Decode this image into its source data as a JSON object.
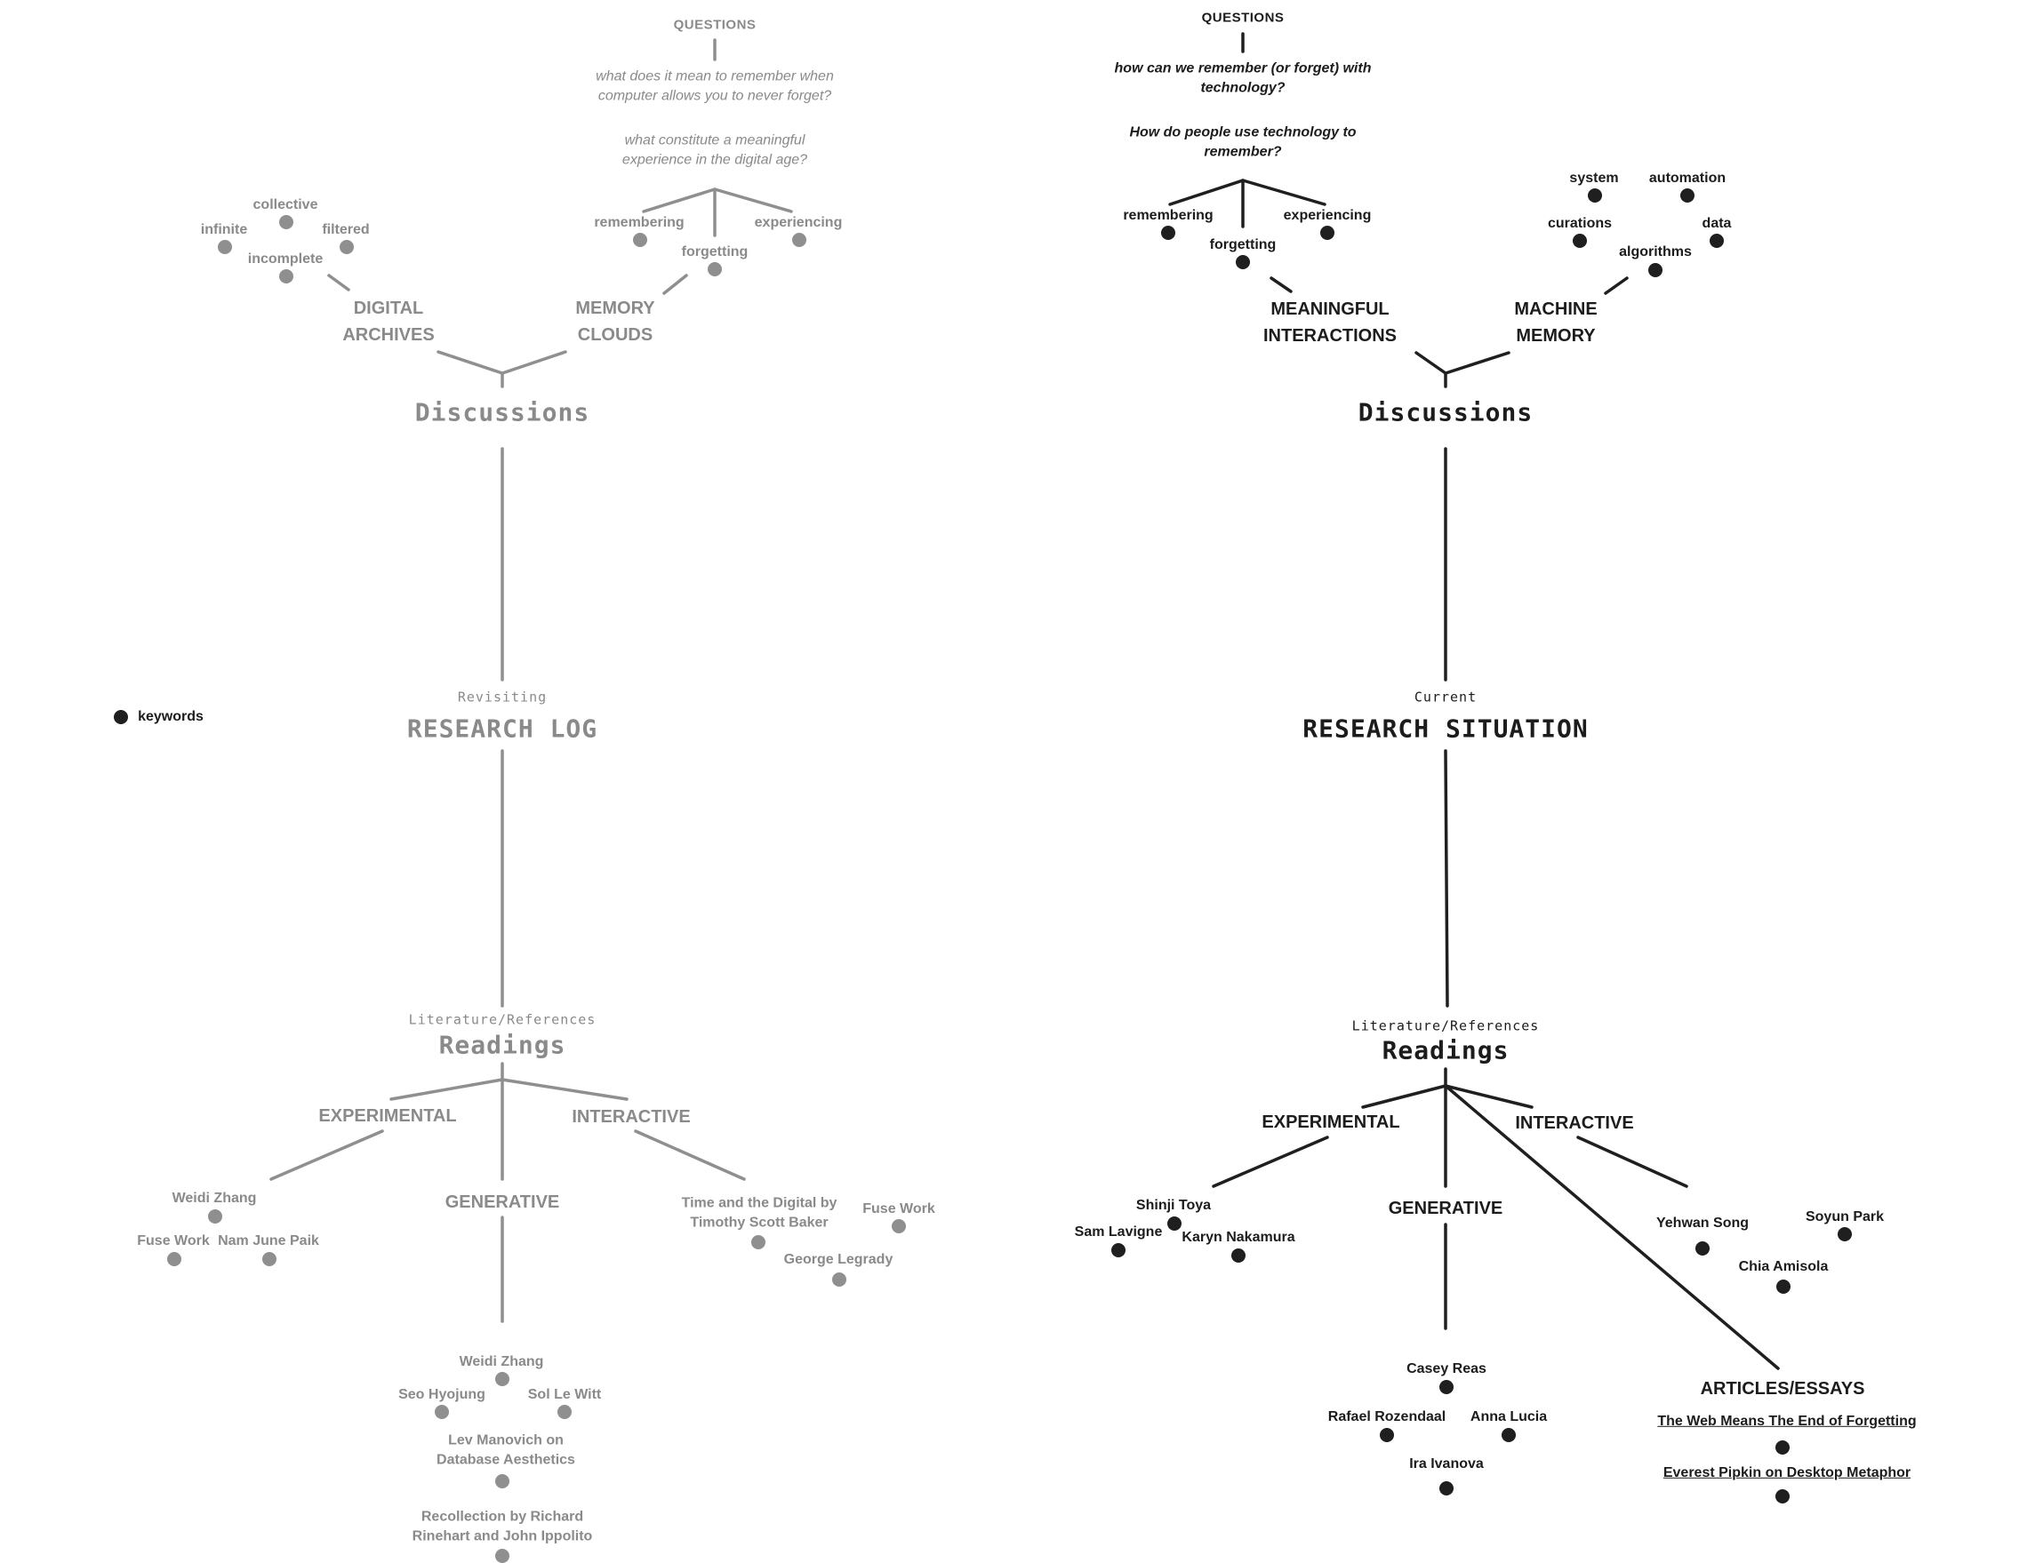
{
  "legend": {
    "label": "keywords"
  },
  "left": {
    "questions_label": "QUESTIONS",
    "question1": "what does it mean to remember when computer allows you to never forget?",
    "question2": "what constitute a meaningful experience in the digital age?",
    "branches": {
      "remembering": "remembering",
      "forgetting": "forgetting",
      "experiencing": "experiencing"
    },
    "archive_keywords": {
      "collective": "collective",
      "infinite": "infinite",
      "filtered": "filtered",
      "incomplete": "incomplete"
    },
    "digital_archives": "DIGITAL ARCHIVES",
    "memory_clouds": "MEMORY CLOUDS",
    "discussions": "Discussions",
    "center_sub": "Revisiting",
    "center_title": "RESEARCH LOG",
    "readings_sub": "Literature/References",
    "readings": "Readings",
    "experimental": "EXPERIMENTAL",
    "interactive": "INTERACTIVE",
    "generative": "GENERATIVE",
    "exp_items": [
      "Weidi Zhang",
      "Fuse Work",
      "Nam June Paik"
    ],
    "int_items": [
      "Time and the Digital by Timothy Scott Baker",
      "Fuse Work",
      "George Legrady"
    ],
    "gen_items": [
      "Weidi Zhang",
      "Seo Hyojung",
      "Sol Le Witt",
      "Lev Manovich on Database Aesthetics",
      "Recollection by Richard Rinehart and John Ippolito"
    ]
  },
  "right": {
    "questions_label": "QUESTIONS",
    "question1": "how can we remember (or forget) with technology?",
    "question2": "How do people use technology to remember?",
    "branches": {
      "remembering": "remembering",
      "forgetting": "forgetting",
      "experiencing": "experiencing"
    },
    "machine_keywords": {
      "system": "system",
      "automation": "automation",
      "curations": "curations",
      "data": "data",
      "algorithms": "algorithms"
    },
    "meaningful": "MEANINGFUL INTERACTIONS",
    "machine_memory": "MACHINE MEMORY",
    "discussions": "Discussions",
    "center_sub": "Current",
    "center_title": "RESEARCH SITUATION",
    "readings_sub": "Literature/References",
    "readings": "Readings",
    "experimental": "EXPERIMENTAL",
    "interactive": "INTERACTIVE",
    "generative": "GENERATIVE",
    "articles": "ARTICLES/ESSAYS",
    "exp_items": [
      "Shinji Toya",
      "Sam Lavigne",
      "Karyn Nakamura"
    ],
    "int_items": [
      "Yehwan Song",
      "Soyun Park",
      "Chia Amisola"
    ],
    "gen_items": [
      "Casey Reas",
      "Rafael Rozendaal",
      "Anna Lucia",
      "Ira Ivanova"
    ],
    "article_items": [
      "The Web Means The End of Forgetting",
      "Everest Pipkin on Desktop Metaphor"
    ]
  },
  "colors": {
    "left": "#8a8a8a",
    "right": "#1c1c1c"
  }
}
